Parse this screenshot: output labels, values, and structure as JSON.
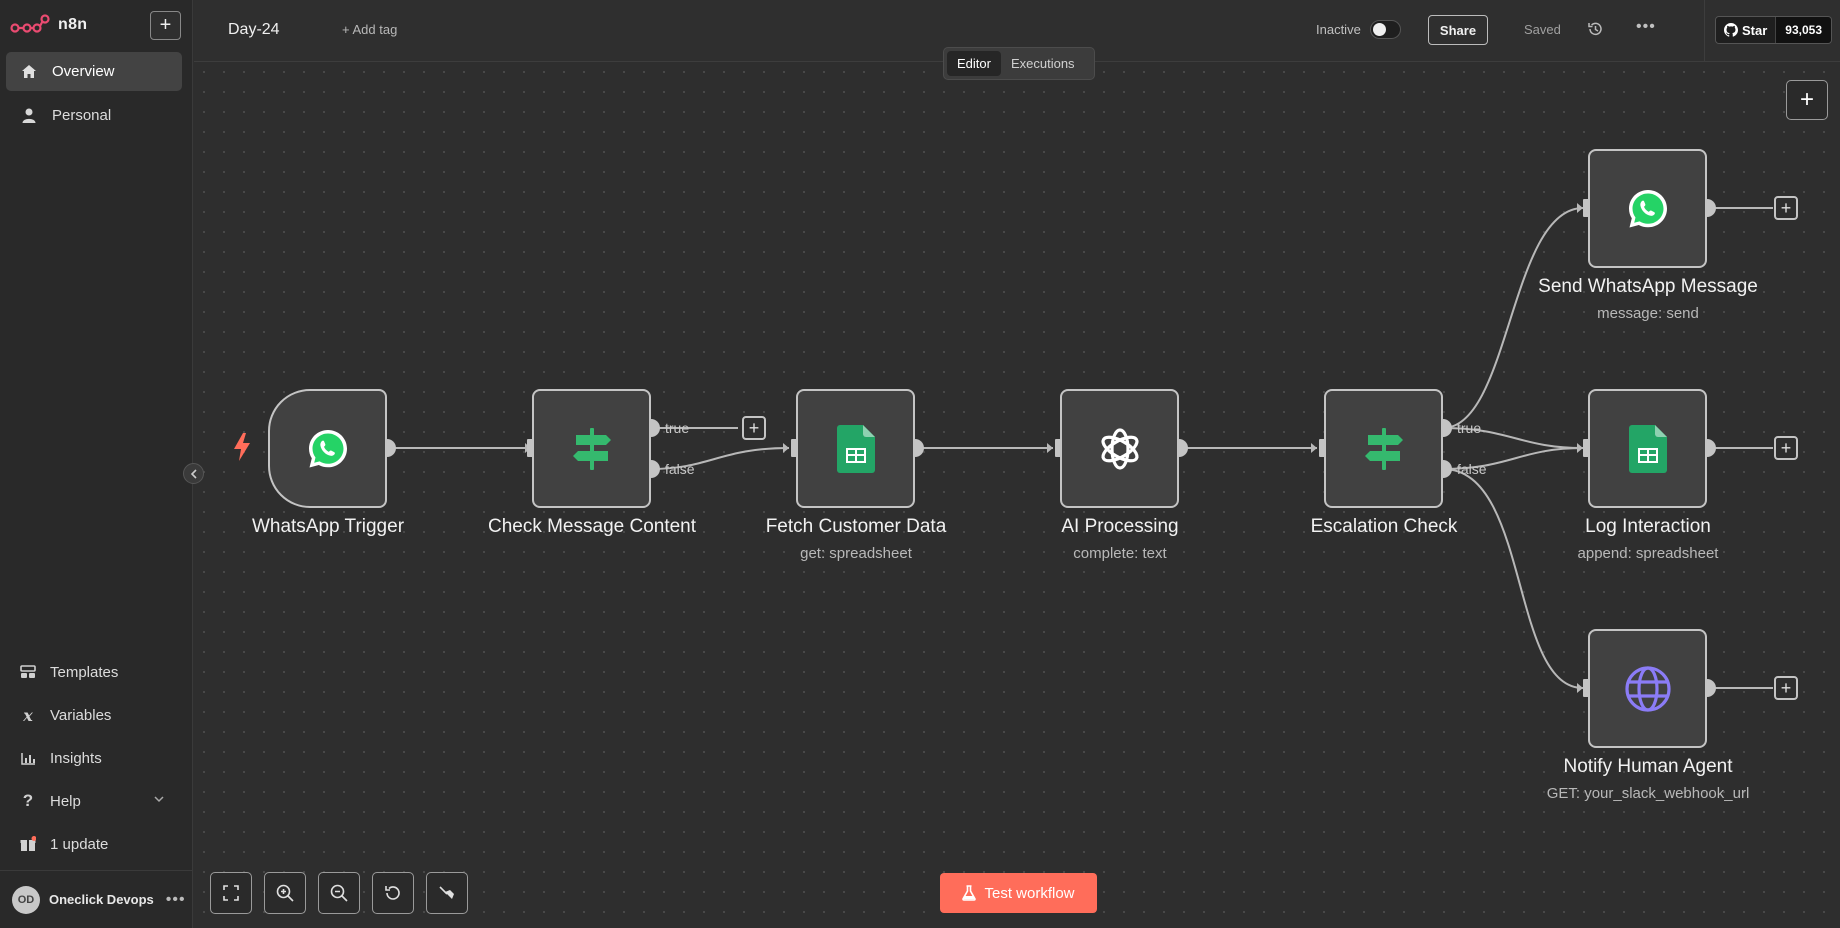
{
  "app": {
    "name": "n8n"
  },
  "sidebar": {
    "items": [
      {
        "label": "Overview",
        "icon": "home-icon"
      },
      {
        "label": "Personal",
        "icon": "person-icon"
      }
    ],
    "bottom_items": [
      {
        "label": "Templates",
        "icon": "templates-icon"
      },
      {
        "label": "Variables",
        "icon": "variables-icon"
      },
      {
        "label": "Insights",
        "icon": "insights-icon"
      },
      {
        "label": "Help",
        "icon": "help-icon"
      },
      {
        "label": "1 update",
        "icon": "gift-icon"
      }
    ],
    "user": {
      "initials": "OD",
      "name": "Oneclick Devops"
    }
  },
  "header": {
    "workflow_name": "Day-24",
    "add_tag": "+ Add tag",
    "status_label": "Inactive",
    "share_label": "Share",
    "saved_label": "Saved",
    "github": {
      "star_label": "Star",
      "count": "93,053"
    }
  },
  "tabs": [
    {
      "label": "Editor",
      "active": true
    },
    {
      "label": "Executions",
      "active": false
    }
  ],
  "nodes": [
    {
      "title": "WhatsApp Trigger",
      "subtitle": ""
    },
    {
      "title": "Check Message Content",
      "subtitle": ""
    },
    {
      "title": "Fetch Customer Data",
      "subtitle": "get: spreadsheet"
    },
    {
      "title": "AI Processing",
      "subtitle": "complete: text"
    },
    {
      "title": "Escalation Check",
      "subtitle": ""
    },
    {
      "title": "Send WhatsApp Message",
      "subtitle": "message: send"
    },
    {
      "title": "Log Interaction",
      "subtitle": "append: spreadsheet"
    },
    {
      "title": "Notify Human Agent",
      "subtitle": "GET: your_slack_webhook_url"
    }
  ],
  "ports": {
    "true": "true",
    "false": "false"
  },
  "test_button": "Test workflow",
  "colors": {
    "accent": "#ff6d5a",
    "whatsapp": "#25d366",
    "sheets": "#23a566",
    "if": "#35b96e",
    "http": "#8b7cf6"
  }
}
